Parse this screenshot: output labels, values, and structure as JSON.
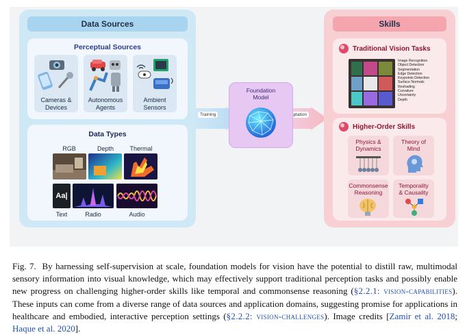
{
  "left": {
    "header": "Data Sources",
    "perceptual": {
      "title": "Perceptual Sources",
      "items": [
        {
          "label": "Cameras &\nDevices"
        },
        {
          "label": "Autonomous\nAgents"
        },
        {
          "label": "Ambient\nSensors"
        }
      ]
    },
    "types": {
      "title": "Data Types",
      "top": [
        "RGB",
        "Depth",
        "Thermal"
      ],
      "bottom": [
        "Text",
        "Radio",
        "Audio"
      ],
      "text_glyph": "Aa|"
    }
  },
  "arrows": {
    "training": "Training",
    "adaptation": "Adaptation"
  },
  "foundation": {
    "title": "Foundation\nModel"
  },
  "right": {
    "header": "Skills",
    "traditional": {
      "title": "Traditional Vision Tasks",
      "tasks": [
        "Image Recognition",
        "Object Detection",
        "Segmentation",
        "Edge Detection",
        "Keypoints Detection",
        "Surface Normals",
        "Reshading",
        "Curvature",
        "Uncertainty",
        "Depth"
      ]
    },
    "higher": {
      "title": "Higher-Order Skills",
      "cards": [
        "Physics &\nDynamics",
        "Theory of\nMind",
        "Commonsense\nReasoning",
        "Temporality\n& Causality"
      ]
    }
  },
  "caption": {
    "fig": "Fig. 7.",
    "text1": "By harnessing self-supervision at scale, foundation models for vision have the potential to distill raw, multimodal sensory information into visual knowledge, which may effectively support traditional perception tasks and possibly enable new progress on challenging higher-order skills like temporal and commonsense reasoning (",
    "ref1": "§2.2.1: vision-capabilities",
    "text2": "). These inputs can come from a diverse range of data sources and application domains, suggesting promise for applications in healthcare and embodied, interactive perception settings (",
    "ref2": "§2.2.2: vision-challenges",
    "text3": "). Image credits [",
    "cite1": "Zamir et al. 2018",
    "sep": "; ",
    "cite2": "Haque et al. 2020",
    "text4": "]."
  },
  "colors": {
    "left_panel": "#cfe8f6",
    "right_panel": "#f8cfd2",
    "foundation": "#e7c8f2",
    "link": "#1f4fb5"
  }
}
